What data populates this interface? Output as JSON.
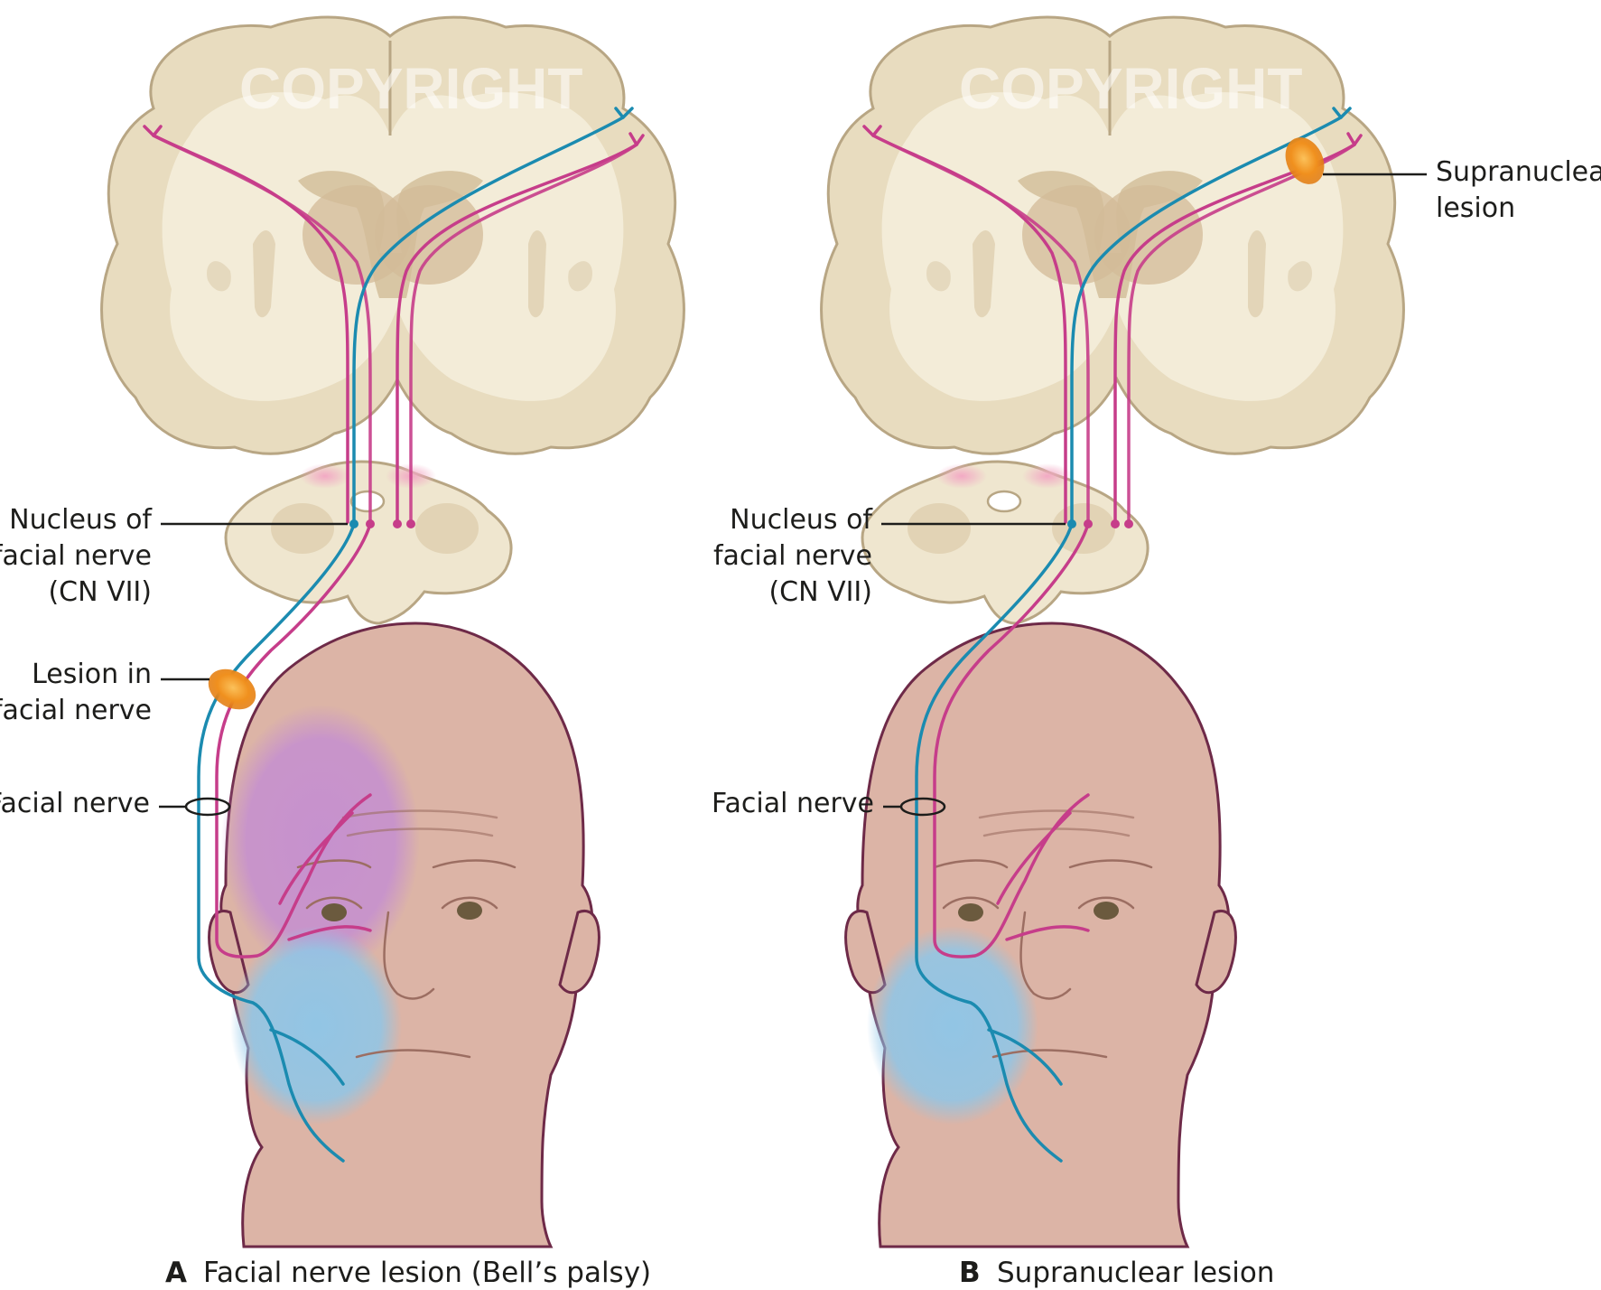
{
  "panels": [
    {
      "letter": "A",
      "caption": "Facial nerve lesion (Bell’s palsy)",
      "watermark": "COPYRIGHT",
      "labels": {
        "nucleus_line1": "Nucleus of",
        "nucleus_line2": "facial nerve",
        "nucleus_line3": "(CN VII)",
        "lesion_line1": "Lesion in",
        "lesion_line2": "facial nerve",
        "facial_nerve": "Facial nerve"
      }
    },
    {
      "letter": "B",
      "caption": "Supranuclear lesion",
      "watermark": "COPYRIGHT",
      "labels": {
        "nucleus_line1": "Nucleus of",
        "nucleus_line2": "facial nerve",
        "nucleus_line3": "(CN VII)",
        "lesion_line1": "Supranuclear",
        "lesion_line2": "lesion",
        "facial_nerve": "Facial nerve"
      }
    }
  ],
  "colors": {
    "upper_face_pathway": "#c63d8a",
    "lower_face_pathway": "#1b8bb0",
    "lesion": "#f0901e",
    "paralysis_upper": "#c58fd0",
    "paralysis_lower": "#8ec6e8",
    "brain": "#e8dcbf",
    "skin": "#dcb4a6"
  }
}
